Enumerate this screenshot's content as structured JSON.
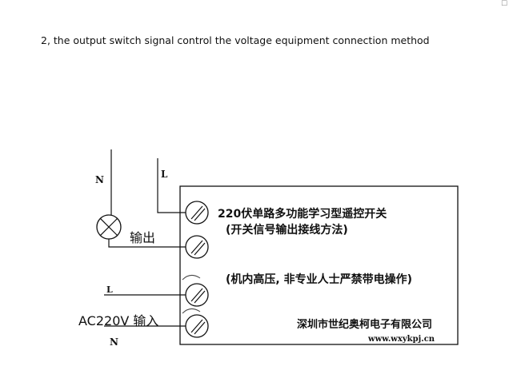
{
  "corner_mark": "☐",
  "caption": "2, the output switch signal control the voltage equipment connection method",
  "labels": {
    "n_top": "N",
    "l_top": "L",
    "output": "输出",
    "l_bottom": "L",
    "ac_input": "AC220V 输入",
    "n_bottom": "N"
  },
  "box": {
    "title_line1": "220伏单路多功能学习型遥控开关",
    "title_line2": "(开关信号输出接线方法)",
    "warning": "(机内高压, 非专业人士严禁带电操作)",
    "company": "深圳市世纪奥柯电子有限公司",
    "website": "www.wxykpj.cn"
  }
}
